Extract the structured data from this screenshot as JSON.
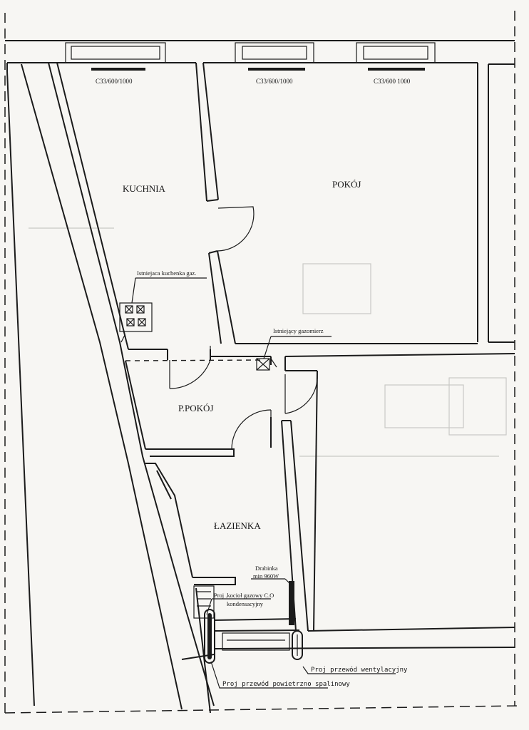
{
  "rooms": {
    "kuchnia": "KUCHNIA",
    "pokoj": "POKÓJ",
    "ppokoj": "P.POKÓJ",
    "lazienka": "ŁAZIENKA"
  },
  "windows": {
    "w1": "C33/600/1000",
    "w2": "C33/600/1000",
    "w3": "C33/600 1000"
  },
  "annotations": {
    "kuchenka": "Istniejaca kuchenka gaz.",
    "gazomierz": "Istniejący gazomierz",
    "drabinka_1": "Drabinka",
    "drabinka_2": "min 960W",
    "kociol_1": "Proj .kocioł gazowy C.O",
    "kociol_2": "kondensacyjny",
    "wentylacyjny": "Proj przewód wentylacyjny",
    "spalinowy": "Proj przewód powietrzno spalinowy"
  },
  "colors": {
    "ink": "#1b1b1b",
    "paper": "#f7f6f3",
    "bleed": "#c9c9c5"
  }
}
